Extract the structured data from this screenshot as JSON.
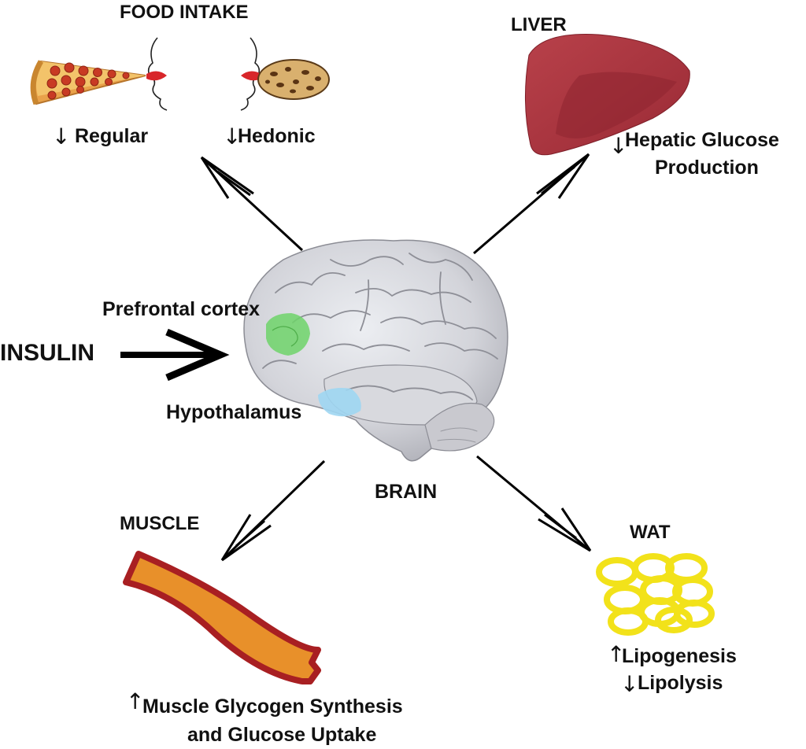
{
  "labels": {
    "food_intake": "FOOD INTAKE",
    "regular": "Regular",
    "hedonic": "Hedonic",
    "liver": "LIVER",
    "hepatic_line1": "Hepatic Glucose",
    "hepatic_line2": "Production",
    "prefrontal": "Prefrontal cortex",
    "insulin": "INSULIN",
    "hypothalamus": "Hypothalamus",
    "brain": "BRAIN",
    "muscle": "MUSCLE",
    "muscle_effect_line1": "Muscle Glycogen Synthesis",
    "muscle_effect_line2": "and Glucose Uptake",
    "wat": "WAT",
    "lipogenesis": "Lipogenesis",
    "lipolysis": "Lipolysis"
  },
  "glyphs": {
    "down": "↓",
    "up": "↑"
  },
  "colors": {
    "liver": "#a8323c",
    "liver_shade": "#8e2430",
    "muscle_fill": "#e8902a",
    "muscle_edge": "#a81f22",
    "fat": "#f2e21a",
    "prefrontal": "#6fd36a",
    "hypothalamus": "#9fd6f2",
    "brain": "#cfd0d6",
    "pizza": "#e9a24a",
    "pepperoni": "#c83a24",
    "cookie": "#d9b06e",
    "lips": "#d8262a"
  }
}
